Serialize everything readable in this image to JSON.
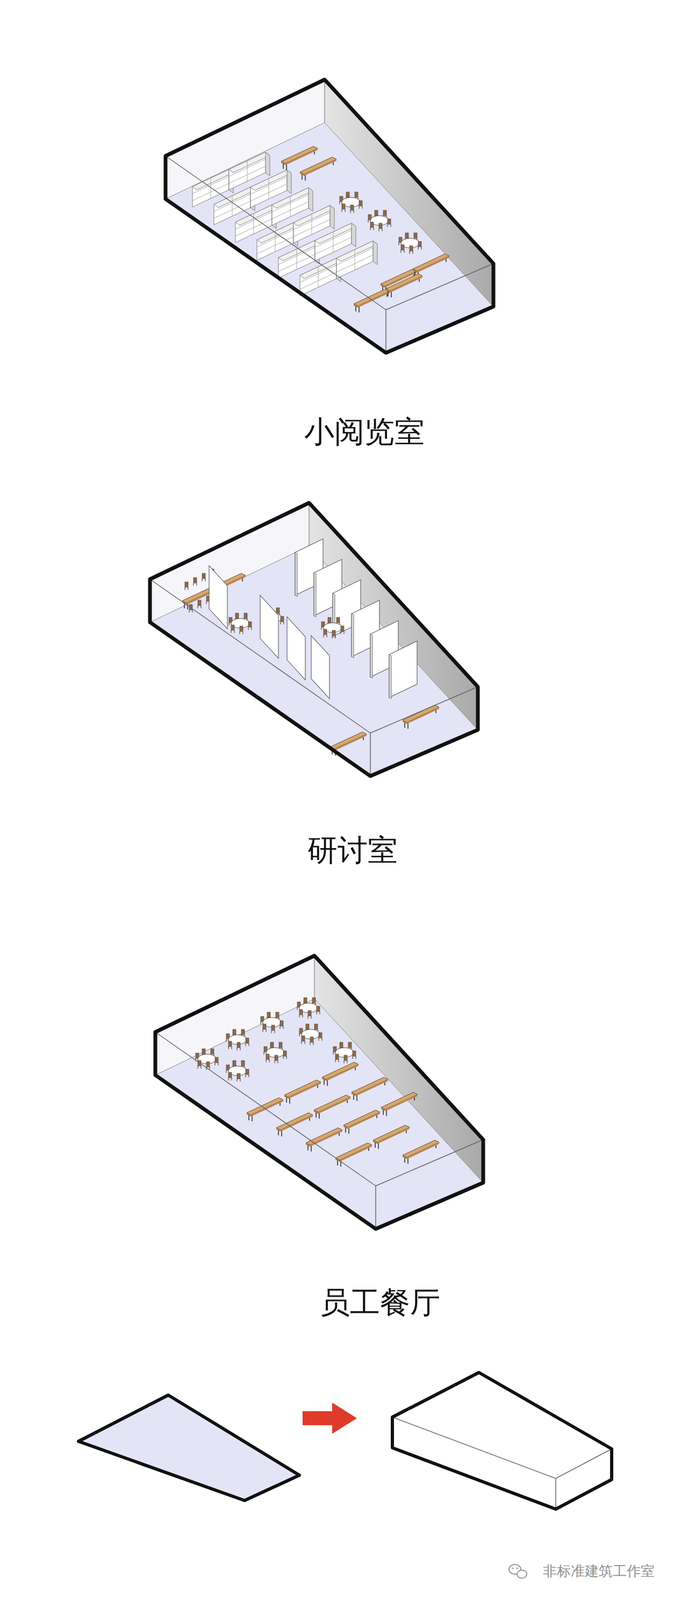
{
  "diagram": {
    "labels": [
      "小阅览室",
      "研讨室",
      "员工餐厅",
      "非标准建筑工作室"
    ]
  }
}
